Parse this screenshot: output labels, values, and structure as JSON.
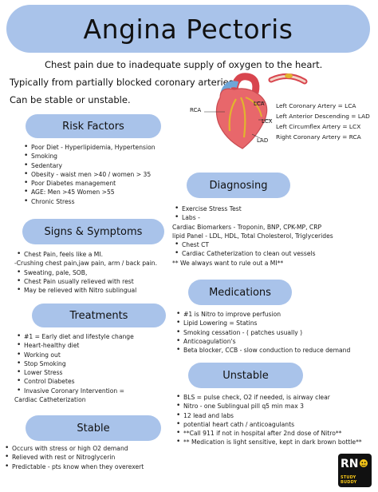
{
  "title": "Angina Pectoris",
  "intro": [
    "Chest pain due to inadequate supply of oxygen to the heart.",
    "Typically from partially blocked coronary arteries.",
    "Can be stable or unstable."
  ],
  "heart": {
    "labels": {
      "rca": "RCA",
      "lca": "LCA",
      "lcx": "LCX",
      "lad": "LAD"
    },
    "legend": [
      "Left Coronary Artery = LCA",
      "Left Anterior Descending = LAD",
      "Left Circumflex Artery = LCX",
      "Right Coronary Artery = RCA"
    ],
    "colors": {
      "heart": "#e8676b",
      "vessel": "#f2b3a6",
      "aorta": "#d8454e",
      "artery": "#e2b42e",
      "pulmonary": "#6ea6d8"
    }
  },
  "risk_factors": {
    "heading": "Risk Factors",
    "items": [
      "Poor Diet - Hyperlipidemia, Hypertension",
      "Smoking",
      "Sedentary",
      "Obesity - waist men >40 / women > 35",
      "Poor Diabetes management",
      "AGE: Men >45 Women >55",
      "Chronic Stress"
    ]
  },
  "signs_symptoms": {
    "heading": "Signs & Symptoms",
    "items": [
      "Chest Pain, feels like a MI.",
      "-Crushing chest pain,jaw pain, arm / back pain.",
      "Sweating, pale, SOB,",
      "Chest Pain usually relieved with rest",
      "May be relieved with Nitro sublingual"
    ]
  },
  "treatments": {
    "heading": "Treatments",
    "items": [
      "#1 = Early diet and lifestyle change",
      "Heart-healthy diet",
      "Working out",
      "Stop Smoking",
      "Lower Stress",
      "Control Diabetes",
      "Invasive Coronary Intervention =",
      "Cardiac Catheterization"
    ]
  },
  "stable": {
    "heading": "Stable",
    "items": [
      "Occurs with stress or high O2 demand",
      "Relieved with rest or Nitroglycerin",
      "Predictable - pts know when they overexert"
    ]
  },
  "diagnosing": {
    "heading": "Diagnosing",
    "items": [
      "Exercise Stress Test",
      "Labs -",
      "Cardiac Biomarkers - Troponin, BNP, CPK-MP, CRP",
      "lipid Panel - LDL, HDL, Total Cholesterol, Triglycerides",
      "Chest CT",
      "Cardiac Catheterization to clean out vessels",
      "** We always want to rule out a MI**"
    ]
  },
  "medications": {
    "heading": "Medications",
    "items": [
      "#1 is Nitro to improve perfusion",
      "Lipid Lowering = Statins",
      "Smoking cessation - ( patches usually )",
      "Anticoagulation's",
      "Beta blocker, CCB - slow conduction to reduce demand"
    ]
  },
  "unstable": {
    "heading": "Unstable",
    "items": [
      "BLS = pulse check, O2 if needed, is airway clear",
      "Nitro - one Sublingual pill q5 min max 3",
      "12 lead and labs",
      "potential heart cath / anticoagulants",
      "**Call 911 if not in hospital after 2nd dose of Nitro**",
      "** Medication is light sensitive, kept in dark brown bottle**"
    ]
  },
  "logo": {
    "main": "RN",
    "sub": "STUDY BUDDY"
  },
  "accent_color": "#a9c3ea"
}
